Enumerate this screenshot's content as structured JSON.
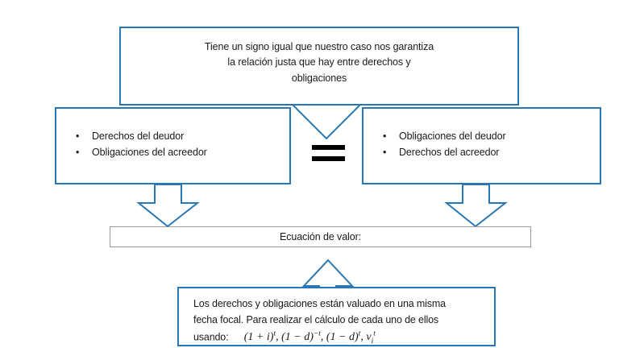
{
  "diagram": {
    "title": "Ecuacion de valor - derechos y obligaciones",
    "accent_color": "#2a77b5",
    "bar_border_color": "#9a9a9a",
    "equals_color": "#000000",
    "background": "#ffffff"
  },
  "top_box": {
    "line1": "Tiene un signo igual que nuestro caso nos garantiza",
    "line2": "la relación justa que hay entre derechos y",
    "line3": "obligaciones"
  },
  "left_box": {
    "bullet_glyph": "•",
    "items": [
      "Derechos del deudor",
      "Obligaciones del acreedor"
    ]
  },
  "right_box": {
    "bullet_glyph": "•",
    "items": [
      "Obligaciones del deudor",
      "Derechos del acreedor"
    ]
  },
  "equals_sign": {
    "symbol": "="
  },
  "equation_bar": {
    "label": "Ecuación de valor:"
  },
  "bottom_box": {
    "line1": "Los derechos y obligaciones  están valuado en una misma",
    "line2": "fecha focal. Para realizar el cálculo de cada uno de ellos",
    "line3_prefix": "usando:",
    "formula_plain": "(1 + i)^t, (1 − d)^−t, (1 − d)^t, v_i^t",
    "formula_parts": {
      "p1_base": "(1 + i)",
      "p1_exp": "t",
      "sep1": ", ",
      "p2_base": "(1 − d)",
      "p2_exp": "−t",
      "sep2": ", ",
      "p3_base": "(1 − d)",
      "p3_exp": "t",
      "sep3": ", ",
      "p4_base": "v",
      "p4_sub": "i",
      "p4_exp": "t"
    }
  },
  "arrows": {
    "top_to_middle": "down-arrow-icon",
    "left_to_bar": "down-arrow-icon",
    "right_to_bar": "down-arrow-icon",
    "bottom_to_bar": "up-arrow-icon"
  }
}
